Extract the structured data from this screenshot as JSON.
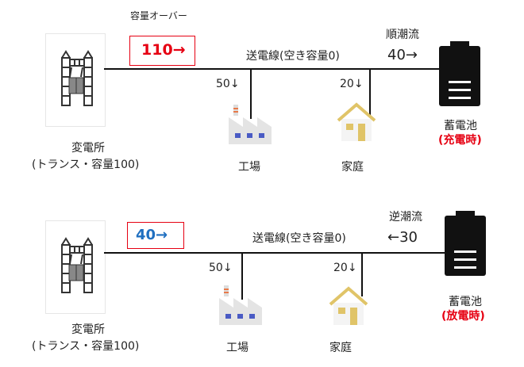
{
  "colors": {
    "over": "#e60012",
    "ok": "#1f6fc0",
    "line": "#111111"
  },
  "top": {
    "caption": "容量オーバー",
    "substation_flow": "110→",
    "line_label": "送電線(空き容量0)",
    "factory_flow": "50↓",
    "house_flow": "20↓",
    "direction_label": "順潮流",
    "battery_flow": "40→",
    "substation_name": "変電所",
    "substation_note": "(トランス・容量100)",
    "factory_name": "工場",
    "house_name": "家庭",
    "battery_name": "蓄電池",
    "battery_state": "(充電時)"
  },
  "bottom": {
    "substation_flow": "40→",
    "line_label": "送電線(空き容量0)",
    "factory_flow": "50↓",
    "house_flow": "20↓",
    "direction_label": "逆潮流",
    "battery_flow": "←30",
    "substation_name": "変電所",
    "substation_note": "(トランス・容量100)",
    "factory_name": "工場",
    "house_name": "家庭",
    "battery_name": "蓄電池",
    "battery_state": "(放電時)"
  }
}
